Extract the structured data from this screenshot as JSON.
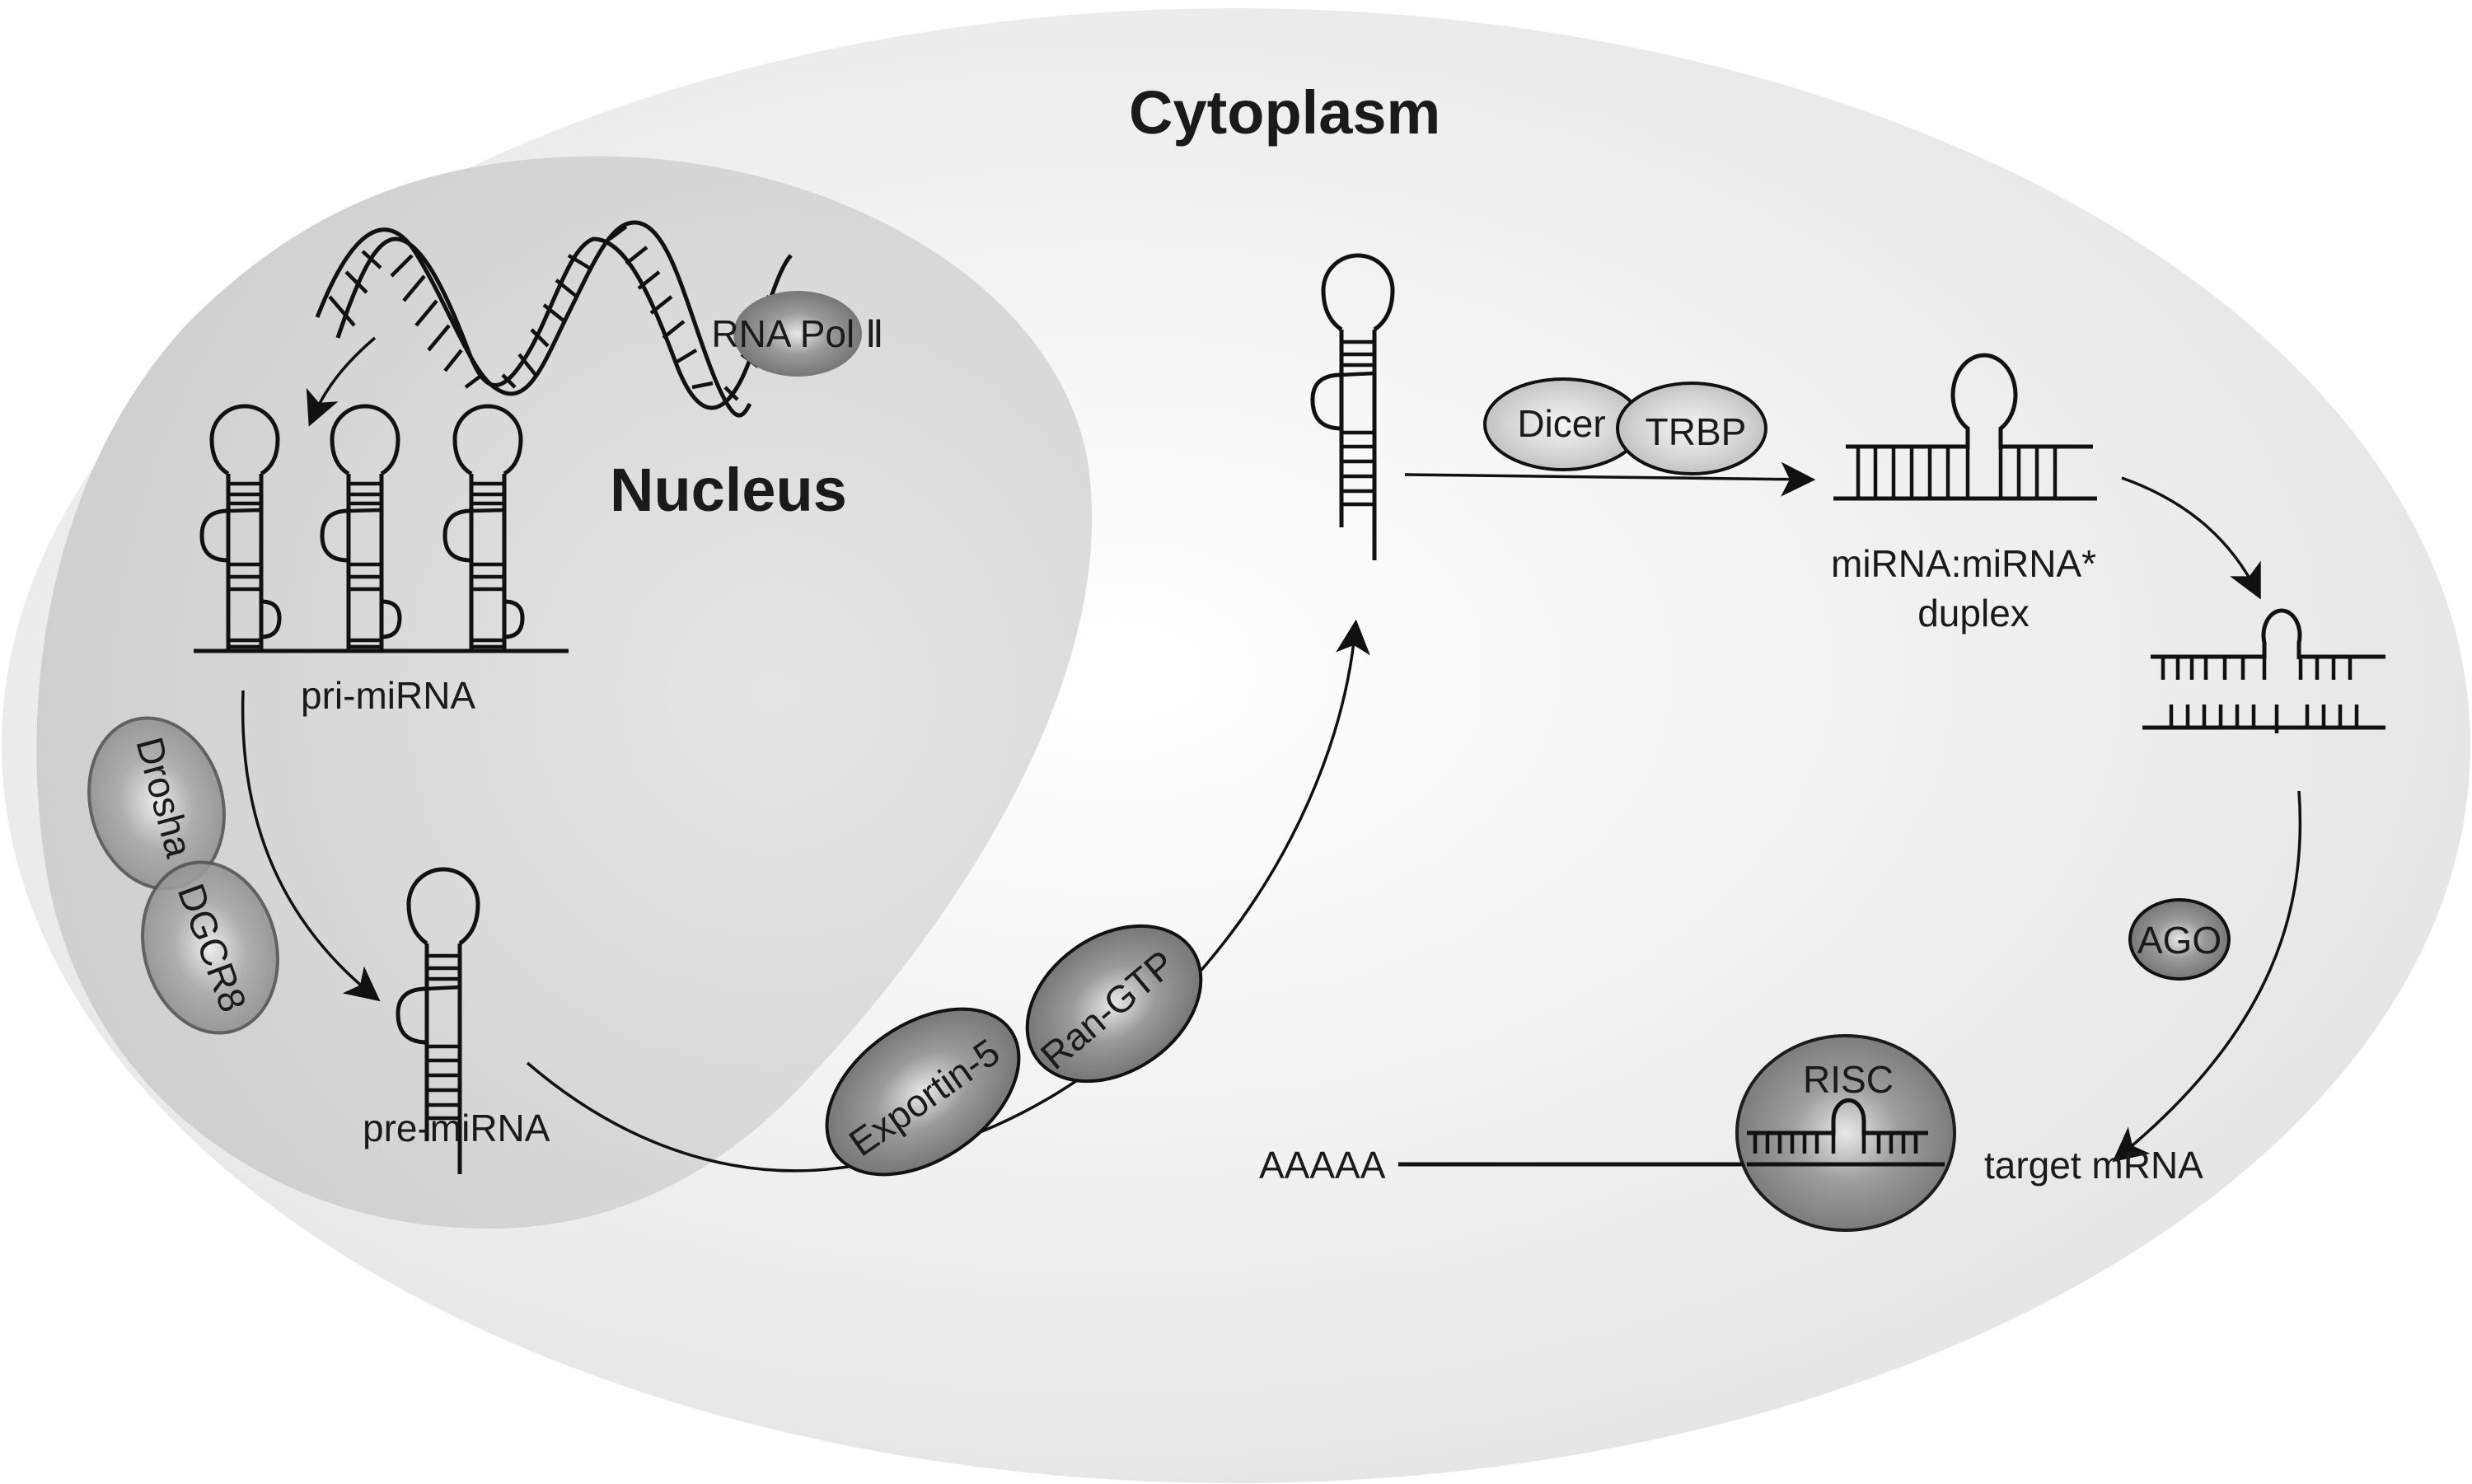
{
  "figure": {
    "title": "miRNA biogenesis pathway",
    "compartments": {
      "cytoplasm": "Cytoplasm",
      "nucleus": "Nucleus"
    },
    "proteins": {
      "rna_pol": "RNA Pol Ⅱ",
      "drosha": "Drosha",
      "dgcr8": "DGCR8",
      "exportin": "Exportin-5",
      "ran_gtp": "Ran-GTP",
      "dicer": "Dicer",
      "trbp": "TRBP",
      "ago": "AGO",
      "risc": "RISC"
    },
    "rna_labels": {
      "pri_mirna": "pri-miRNA",
      "pre_mirna": "pre-miRNA",
      "duplex_line1": "miRNA:miRNA*",
      "duplex_line2": "duplex",
      "poly_a": "AAAAA",
      "target": "target mRNA"
    },
    "colors": {
      "cytoplasm_fill": "#e9e9e9",
      "nucleus_fill": "#d2d2d2",
      "protein_dark": "#7a7a7a",
      "protein_light": "#c8c8c8",
      "stroke": "#111111"
    }
  }
}
